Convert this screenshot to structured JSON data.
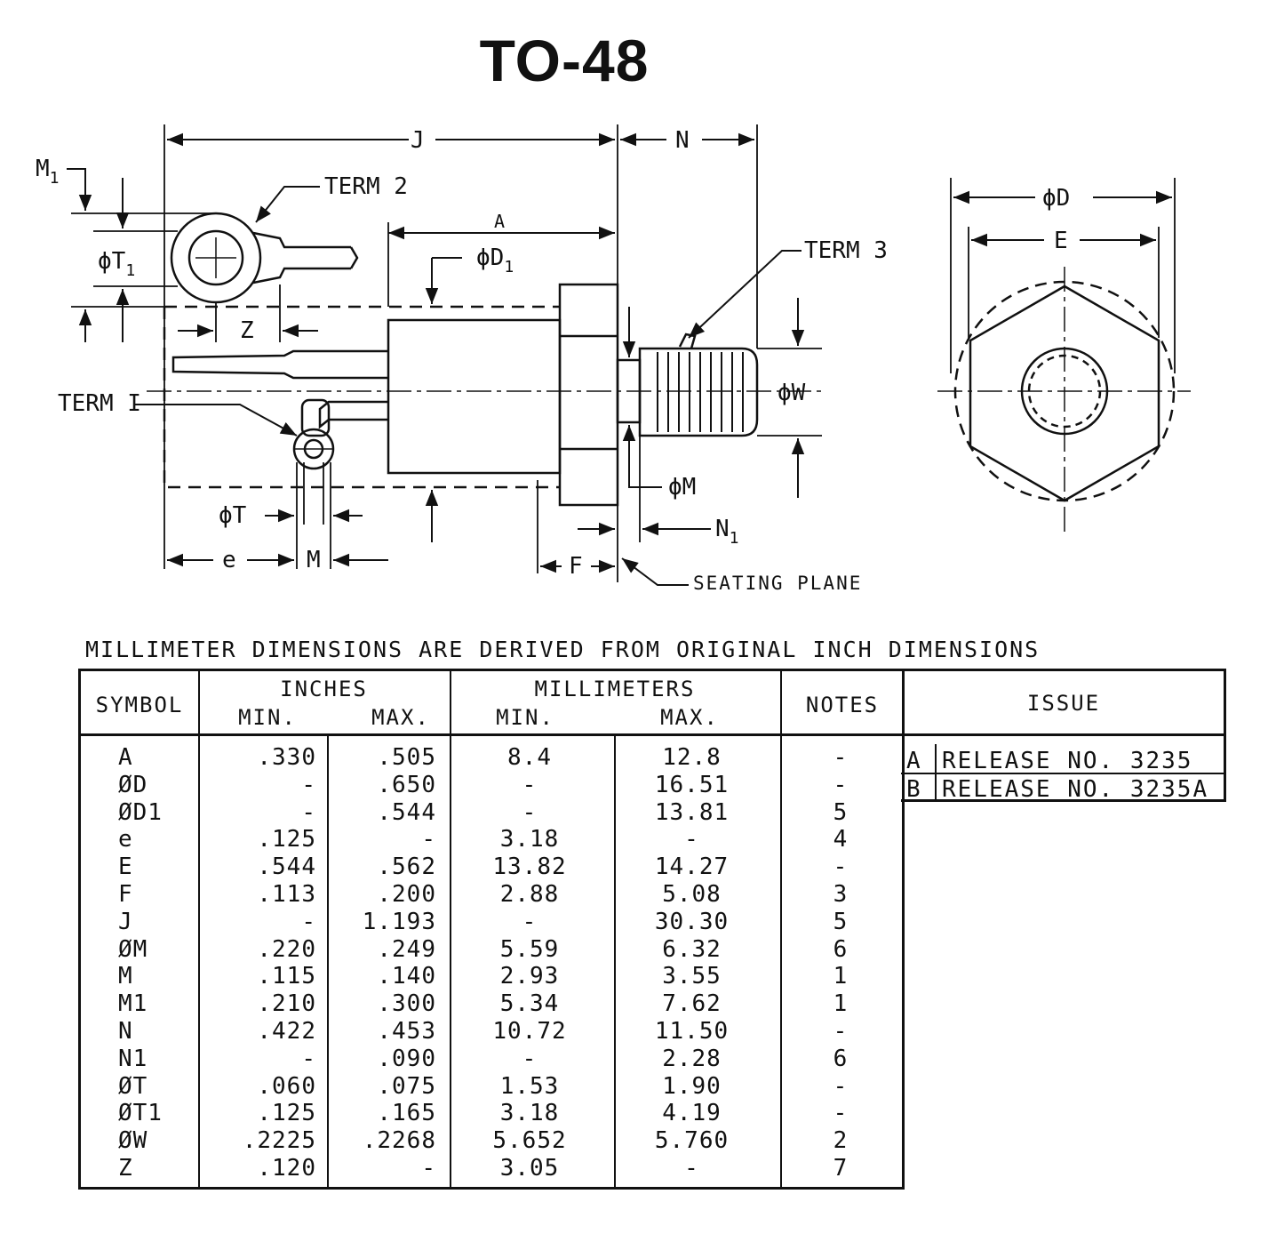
{
  "title": "TO-48",
  "labels": {
    "J": "J",
    "N": "N",
    "M1": "M",
    "M1_sub": "1",
    "term2": "TERM 2",
    "term3": "TERM 3",
    "term1": "TERM I",
    "A": "A",
    "phiD1": "ϕD",
    "phiD1_sub": "1",
    "phiT1": "ϕT",
    "phiT1_sub": "1",
    "Z": "Z",
    "phiW": "ϕW",
    "phiM": "ϕM",
    "phiT": "ϕT",
    "N1": "N",
    "N1_sub": "1",
    "e": "e",
    "M": "M",
    "F": "F",
    "seating_plane": "SEATING PLANE",
    "phiD": "ϕD",
    "E": "E"
  },
  "note": "MILLIMETER DIMENSIONS ARE DERIVED FROM ORIGINAL INCH DIMENSIONS",
  "table": {
    "headers": {
      "symbol": "SYMBOL",
      "inches": "INCHES",
      "millimeters": "MILLIMETERS",
      "min": "MIN.",
      "max": "MAX.",
      "notes": "NOTES",
      "issue": "ISSUE"
    },
    "symbols": [
      "A",
      "ØD",
      "ØD1",
      "e",
      "E",
      "F",
      "J",
      "ØM",
      "M",
      "M1",
      "N",
      "N1",
      "ØT",
      "ØT1",
      "ØW",
      "Z"
    ],
    "in_min": [
      ".330",
      "-",
      "-",
      ".125",
      ".544",
      ".113",
      "-",
      ".220",
      ".115",
      ".210",
      ".422",
      "-",
      ".060",
      ".125",
      ".2225",
      ".120"
    ],
    "in_max": [
      ".505",
      ".650",
      ".544",
      "-",
      ".562",
      ".200",
      "1.193",
      ".249",
      ".140",
      ".300",
      ".453",
      ".090",
      ".075",
      ".165",
      ".2268",
      "-"
    ],
    "mm_min": [
      "8.4",
      "-",
      "-",
      "3.18",
      "13.82",
      "2.88",
      "-",
      "5.59",
      "2.93",
      "5.34",
      "10.72",
      "-",
      "1.53",
      "3.18",
      "5.652",
      "3.05"
    ],
    "mm_max": [
      "12.8",
      "16.51",
      "13.81",
      "-",
      "14.27",
      "5.08",
      "30.30",
      "6.32",
      "3.55",
      "7.62",
      "11.50",
      "2.28",
      "1.90",
      "4.19",
      "5.760",
      "-"
    ],
    "notes": [
      "-",
      "-",
      "5",
      "4",
      "-",
      "3",
      "5",
      "6",
      "1",
      "1",
      "-",
      "6",
      "-",
      "-",
      "2",
      "7"
    ]
  },
  "issues": [
    {
      "letter": "A",
      "release": "RELEASE NO. 3235"
    },
    {
      "letter": "B",
      "release": "RELEASE NO. 3235A"
    }
  ]
}
